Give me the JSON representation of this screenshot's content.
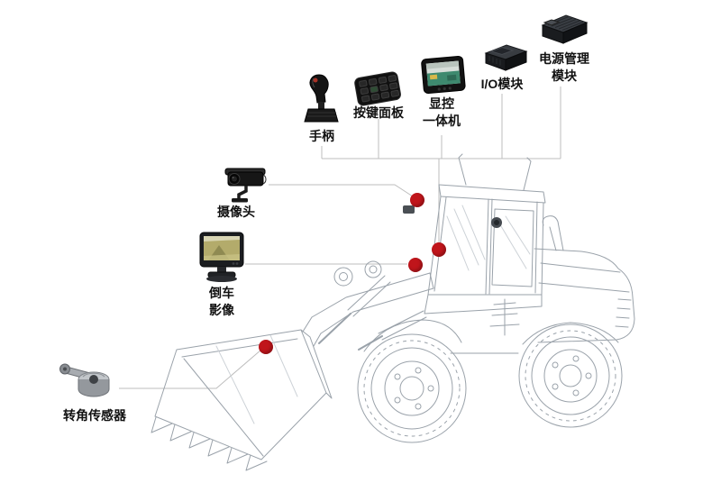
{
  "diagram": {
    "components": {
      "joystick": {
        "label": "手柄"
      },
      "keypad": {
        "label": "按键面板"
      },
      "display": {
        "label": "显控\n一体机"
      },
      "io_module": {
        "label": "I/O模块"
      },
      "power_module": {
        "label": "电源管理\n模块"
      },
      "camera": {
        "label": "摄像头"
      },
      "rear_view": {
        "label": "倒车\n影像"
      },
      "angle_sensor": {
        "label": "转角传感器"
      }
    },
    "colors": {
      "marker_red": "#c0151b",
      "connector_line": "#bdbdbd",
      "vehicle_line": "#9aa2aa",
      "label_text": "#111111",
      "background": "#ffffff"
    }
  }
}
